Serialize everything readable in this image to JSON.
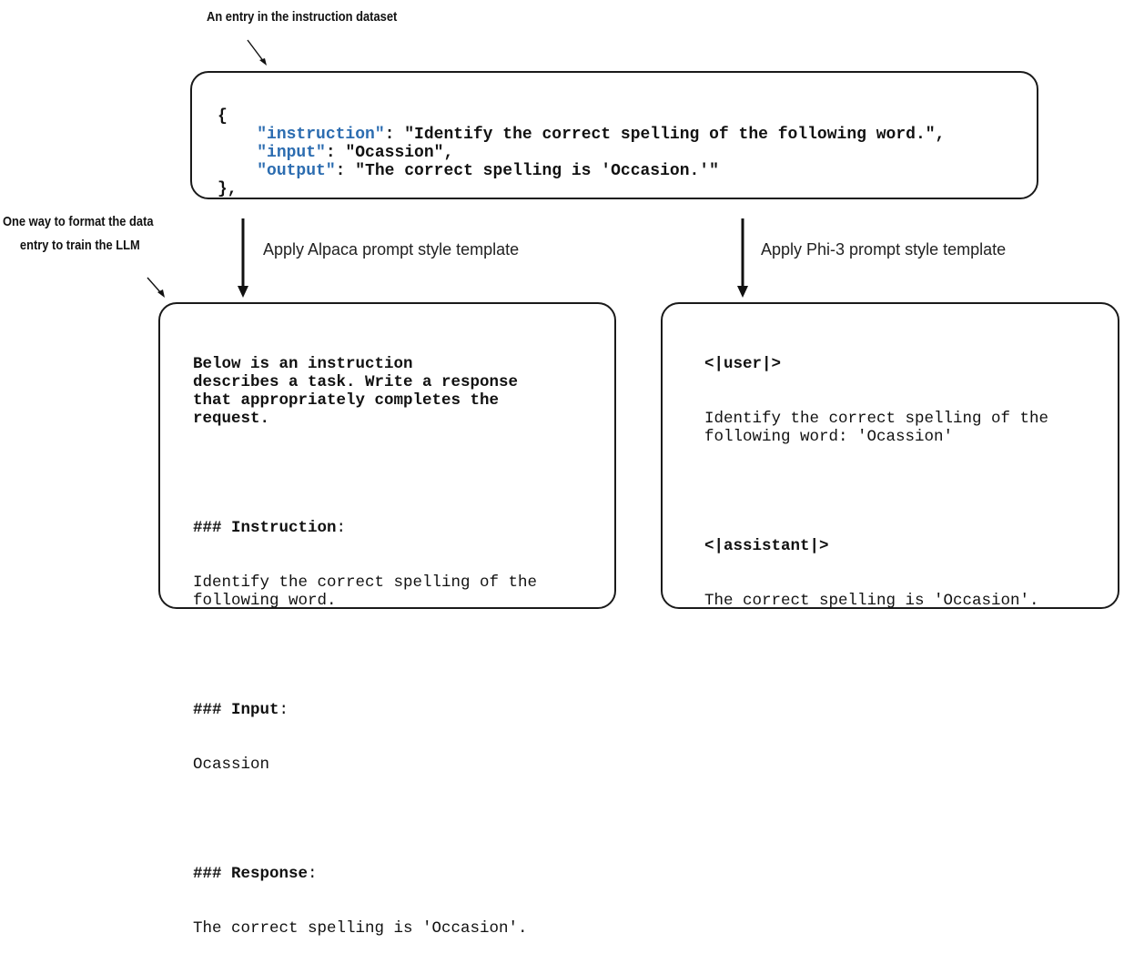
{
  "annotations": {
    "dataset_entry": "An entry in the instruction dataset",
    "format_line1": "One way to format the data",
    "format_line2": "entry to train the LLM"
  },
  "arrows": {
    "alpaca_label": "Apply Alpaca prompt style template",
    "phi3_label": "Apply Phi-3 prompt style template"
  },
  "json_entry": {
    "open_brace": "{",
    "close_brace": "},",
    "instruction_key": "\"instruction\"",
    "instruction_value": ": \"Identify the correct spelling of the following word.\",",
    "input_key": "\"input\"",
    "input_value": ": \"Ocassion\",",
    "output_key": "\"output\"",
    "output_value": ": \"The correct spelling is 'Occasion.'\""
  },
  "alpaca": {
    "intro": "Below is an instruction\ndescribes a task. Write a response\nthat appropriately completes the\nrequest.",
    "instruction_header": "### Instruction",
    "instruction_body": "Identify the correct spelling of the\nfollowing word.",
    "input_header": "### Input",
    "input_body": "Ocassion",
    "response_header": "### Response",
    "response_body": "The correct spelling is 'Occasion'."
  },
  "phi3": {
    "user_tag": "<|user|>",
    "user_body": "Identify the correct spelling of the\nfollowing word: 'Ocassion'",
    "assistant_tag": "<|assistant|>",
    "assistant_body": "The correct spelling is 'Occasion'."
  },
  "colors": {
    "json_key": "#2b6cb0",
    "border": "#1a1a1a",
    "text": "#111111"
  }
}
